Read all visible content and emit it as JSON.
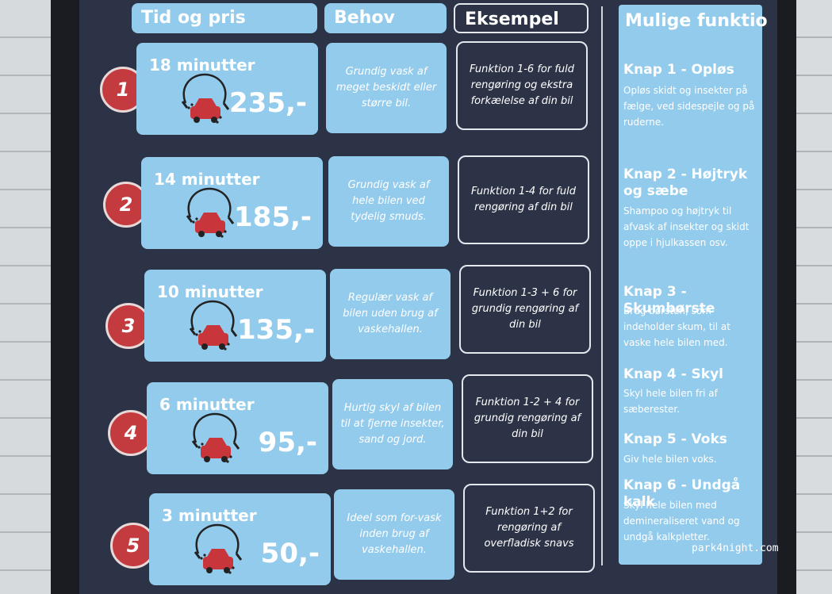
{
  "headers": {
    "tid": "Tid og pris",
    "behov": "Behov",
    "eksempel": "Eksempel",
    "funktioner": "Mulige funktioner"
  },
  "programs": [
    {
      "num": "1",
      "minutes": "18 minutter",
      "price": "235,-",
      "need": "Grundig vask af meget beskidt eller større bil.",
      "example": "Funktion 1-6 for fuld rengøring og ekstra forkælelse af din bil"
    },
    {
      "num": "2",
      "minutes": "14 minutter",
      "price": "185,-",
      "need": "Grundig vask af hele bilen ved tydelig smuds.",
      "example": "Funktion 1-4 for fuld rengøring af din bil"
    },
    {
      "num": "3",
      "minutes": "10 minutter",
      "price": "135,-",
      "need": "Regulær vask af bilen uden brug af vaskehallen.",
      "example": "Funktion 1-3 + 6 for grundig rengøring af din bil"
    },
    {
      "num": "4",
      "minutes": "6 minutter",
      "price": "95,-",
      "need": "Hurtig skyl af bilen til at fjerne insekter, sand og jord.",
      "example": "Funktion 1-2 + 4 for grundig rengøring af din bil"
    },
    {
      "num": "5",
      "minutes": "3 minutter",
      "price": "50,-",
      "need": "Ideel som for-vask inden brug af vaskehallen.",
      "example": "Funktion 1+2 for rengøring af overfladisk snavs"
    }
  ],
  "functions": [
    {
      "title": "Knap 1 - Opløs",
      "desc": "Opløs skidt og insekter på fælge, ved sidespejle og på ruderne."
    },
    {
      "title": "Knap 2 - Højtryk og sæbe",
      "desc": "Shampoo og højtryk til afvask af insekter og skidt oppe i hjulkassen osv."
    },
    {
      "title": "Knap 3 - Skumbørste",
      "desc": "Brug børsten, som indeholder skum, til at vaske hele bilen med."
    },
    {
      "title": "Knap 4 - Skyl",
      "desc": "Skyl hele bilen fri af sæberester."
    },
    {
      "title": "Knap 5 - Voks",
      "desc": "Giv hele bilen voks."
    },
    {
      "title": "Knap 6 - Undgå kalk",
      "desc": "Skyl hele bilen med demineraliseret vand og undgå kalkpletter."
    }
  ],
  "watermark": "park4night.com",
  "icons": {
    "car": "car-wash-icon"
  },
  "colors": {
    "board": "#2c3346",
    "card": "#93cbec",
    "badge": "#c33a3f",
    "car": "#c8353a"
  }
}
